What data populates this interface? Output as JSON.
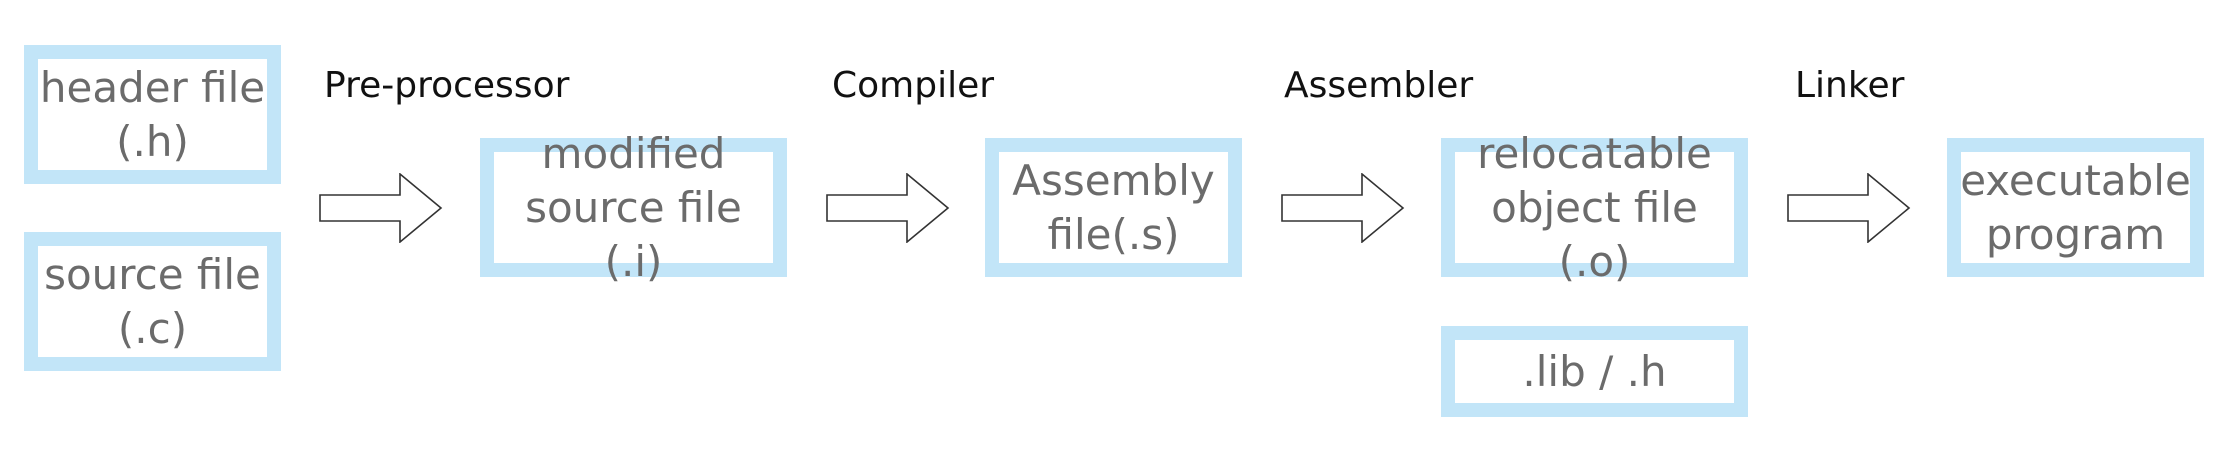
{
  "boxes": {
    "header_file": "header file\n(.h)",
    "source_file": "source file\n(.c)",
    "modified_source": "modified\nsource file (.i)",
    "assembly_file": "Assembly\nfile(.s)",
    "relocatable_object": "relocatable\nobject file (.o)",
    "lib_h": ".lib / .h",
    "executable": "executable\nprogram"
  },
  "stages": {
    "preprocessor": "Pre-processor",
    "compiler": "Compiler",
    "assembler": "Assembler",
    "linker": "Linker"
  },
  "colors": {
    "box_border": "#c2e5f8",
    "box_text": "#6b6b6b",
    "label_text": "#111111",
    "arrow_stroke": "#333333"
  }
}
